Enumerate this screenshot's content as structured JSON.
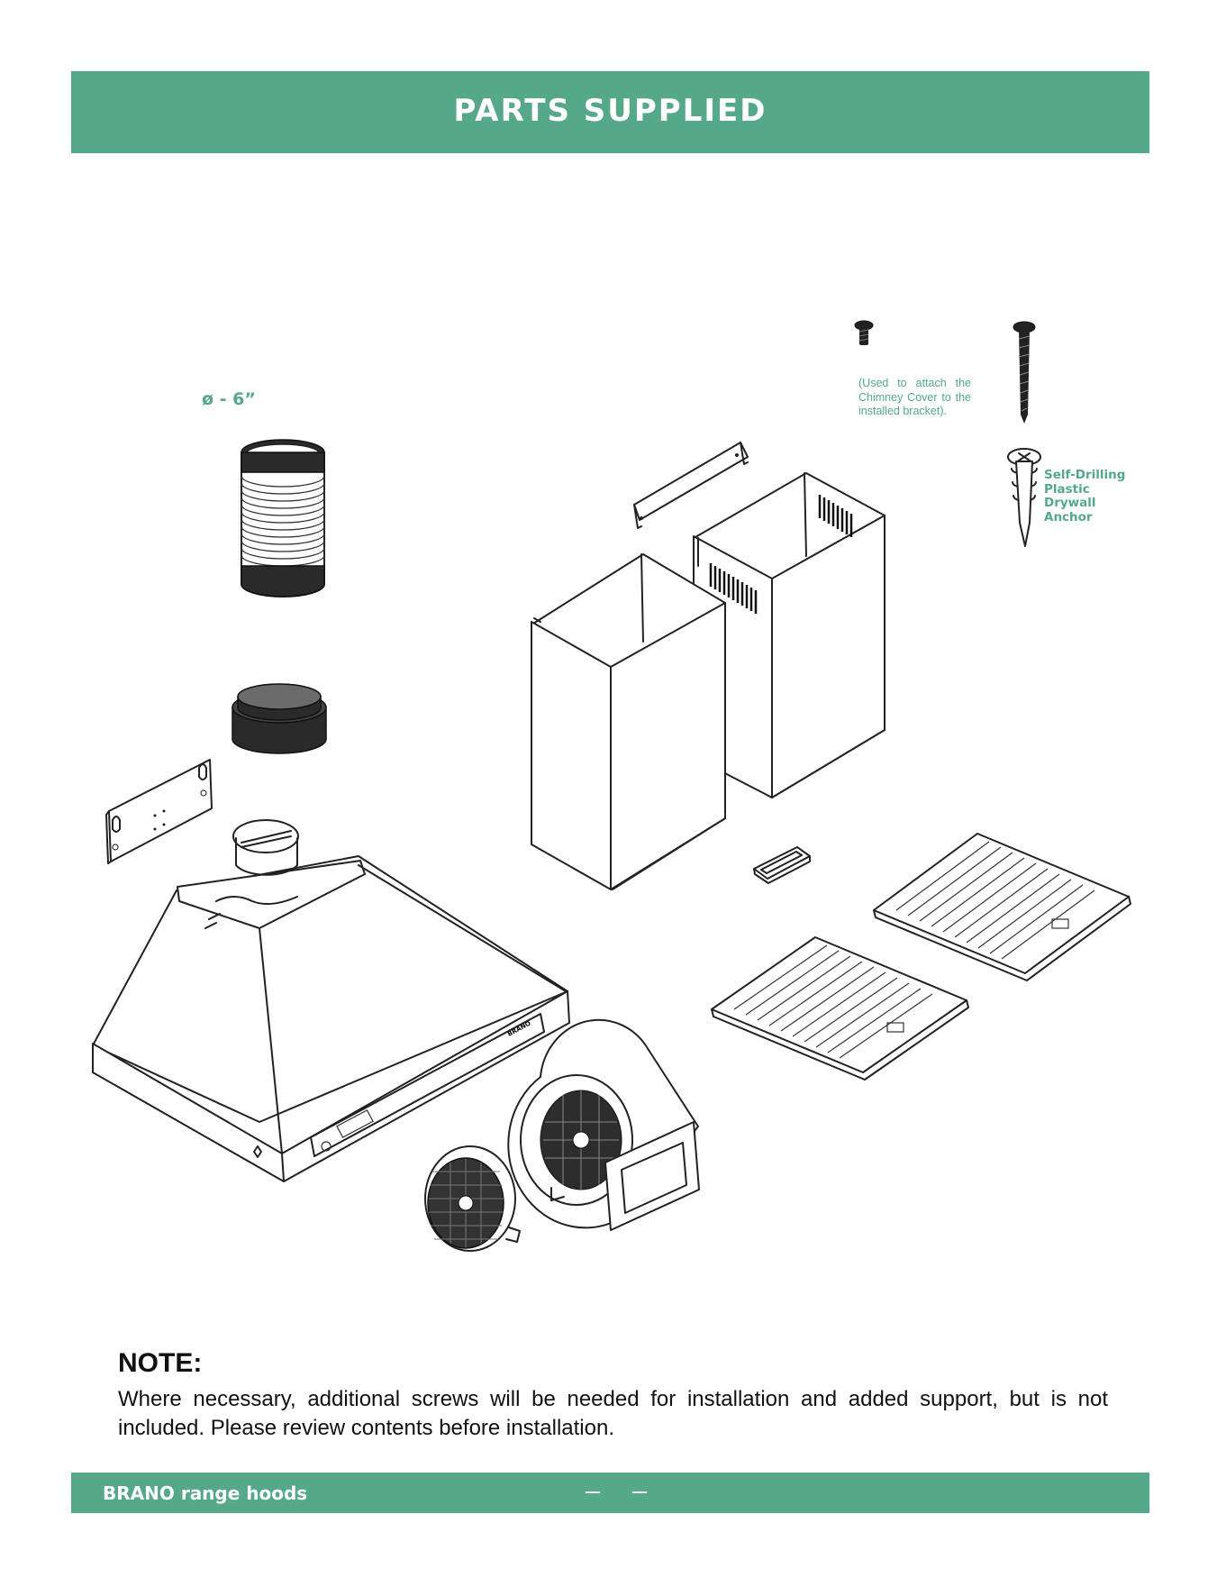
{
  "header": {
    "title": "PARTS SUPPLIED"
  },
  "labels": {
    "duct_size": "ø - 6”",
    "chimney_screw_note": "(Used to attach the Chimney Cover to the installed bracket).",
    "anchor_label": "Self-Drilling\nPlastic\nDrywall\nAnchor"
  },
  "product_brand_mark": "BRANO",
  "note": {
    "heading": "NOTE:",
    "body": "Where necessary, additional screws will be needed for installation and added support, but is not included.  Please review contents before installation."
  },
  "footer": {
    "brand": "BRANO range hoods"
  },
  "colors": {
    "accent": "#55a889",
    "text": "#111111",
    "background": "#ffffff"
  },
  "icons": [
    "flexible-duct-icon",
    "duct-collar-icon",
    "wall-bracket-icon",
    "range-hood-icon",
    "charcoal-filter-icon",
    "blower-motor-icon",
    "upper-chimney-cover-icon",
    "lower-chimney-cover-icon",
    "chimney-bracket-icon",
    "small-screw-icon",
    "long-screw-icon",
    "drywall-anchor-icon",
    "light-bracket-icon",
    "baffle-filter-icon"
  ]
}
